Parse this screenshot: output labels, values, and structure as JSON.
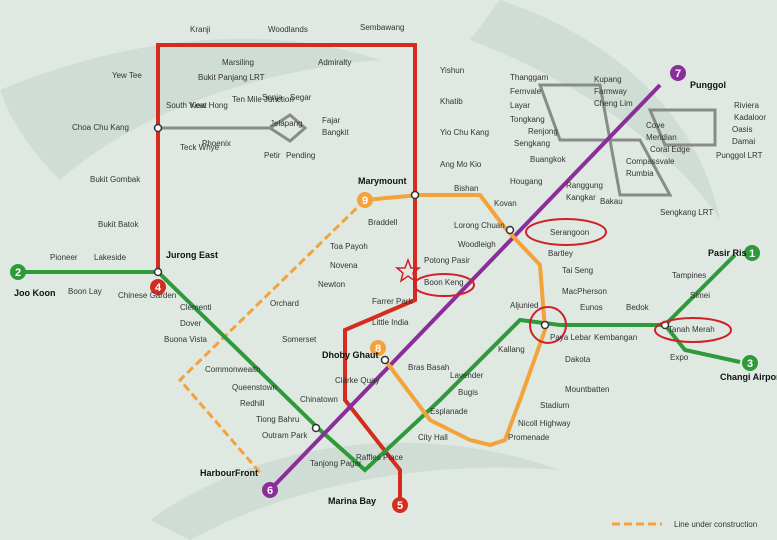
{
  "line_numbers": {
    "green_west": "2",
    "red_south": "4",
    "purple_end": "6",
    "circle_north": "9",
    "circle_center": "8",
    "red_marina": "5",
    "purple_north": "7",
    "green_east": "1",
    "green_changi": "3"
  },
  "stations": {
    "kranji": "Kranji",
    "marsiling": "Marsiling",
    "woodlands": "Woodlands",
    "admiralty": "Admiralty",
    "sembawang": "Sembawang",
    "yew_tee": "Yew Tee",
    "yishun": "Yishun",
    "khatib": "Khatib",
    "yio_chu_kang": "Yio Chu Kang",
    "ang_mo_kio": "Ang Mo Kio",
    "choa_chu_kang": "Choa Chu Kang",
    "bukit_panjang": "Bukit Panjang LRT",
    "south_view": "South View",
    "keat_hong": "Keat Hong",
    "teck_whye": "Teck Whye",
    "phoenix": "Phoenix",
    "ten_mile": "Ten Mile Junction",
    "bangkit": "Bangkit",
    "fajar": "Fajar",
    "segar": "Segar",
    "jelapang": "Jelapang",
    "senja": "Senja",
    "petir": "Petir",
    "pending": "Pending",
    "bukit_gombak": "Bukit Gombak",
    "bukit_batok": "Bukit Batok",
    "marymount": "Marymount",
    "bishan": "Bishan",
    "braddell": "Braddell",
    "toa_payoh": "Toa Payoh",
    "novena": "Novena",
    "newton": "Newton",
    "orchard": "Orchard",
    "somerset": "Somerset",
    "dhoby_ghaut": "Dhoby Ghaut",
    "lorong_chuan": "Lorong Chuan",
    "woodleigh": "Woodleigh",
    "potong_pasir": "Potong Pasir",
    "boon_keng": "Boon Keng",
    "farrer_park": "Farrer Park",
    "little_india": "Little India",
    "clarke_quay": "Clarke Quay",
    "chinatown": "Chinatown",
    "outram_park": "Outram Park",
    "harbourfront": "HarbourFront",
    "pioneer": "Pioneer",
    "lakeside": "Lakeside",
    "joo_koon": "Joo Koon",
    "boon_lay": "Boon Lay",
    "chinese_garden": "Chinese Garden",
    "jurong_east": "Jurong East",
    "clementi": "Clementi",
    "dover": "Dover",
    "buona_vista": "Buona Vista",
    "commonwealth": "Commonwealth",
    "queenstown": "Queenstown",
    "redhill": "Redhill",
    "tiong_bahru": "Tiong Bahru",
    "tanjong_pagar": "Tanjong Pagar",
    "raffles_place": "Raffles Place",
    "city_hall": "City Hall",
    "bras_basah": "Bras Basah",
    "esplanade": "Esplanade",
    "promenade": "Promenade",
    "marina_bay": "Marina Bay",
    "lavender": "Lavender",
    "bugis": "Bugis",
    "kallang": "Kallang",
    "aljunied": "Aljunied",
    "paya_lebar": "Paya Lebar",
    "eunos": "Eunos",
    "kembangan": "Kembangan",
    "bedok": "Bedok",
    "tanah_merah": "Tanah Merah",
    "simei": "Simei",
    "tampines": "Tampines",
    "pasir_ris": "Pasir Ris",
    "changi_airport": "Changi Airport",
    "expo": "Expo",
    "dakota": "Dakota",
    "mountbatten": "Mountbatten",
    "stadium": "Stadium",
    "nicoll_highway": "Nicoll Highway",
    "macpherson": "MacPherson",
    "tai_seng": "Tai Seng",
    "bartley": "Bartley",
    "serangoon": "Serangoon",
    "kovan": "Kovan",
    "hougang": "Hougang",
    "buangkok": "Buangkok",
    "sengkang": "Sengkang",
    "punggol": "Punggol",
    "thanggam": "Thanggam",
    "fernvale": "Fernvale",
    "layar": "Layar",
    "tongkang": "Tongkang",
    "renjong": "Renjong",
    "kupang": "Kupang",
    "farmway": "Farmway",
    "cheng_lim": "Cheng Lim",
    "compassvale": "Compassvale",
    "rumbia": "Rumbia",
    "bakau": "Bakau",
    "kangkar": "Kangkar",
    "ranggung": "Ranggung",
    "cove": "Cove",
    "meridian": "Meridian",
    "coral_edge": "Coral Edge",
    "riviera": "Riviera",
    "kadaloor": "Kadaloor",
    "oasis": "Oasis",
    "damai": "Damai",
    "sengkang_lrt": "Sengkang LRT",
    "punggol_lrt": "Punggol LRT"
  },
  "legend": {
    "under_construction": "Line under construction"
  },
  "colors": {
    "ns": "#d52c20",
    "ew": "#2e9a3c",
    "ne": "#8b2d9a",
    "cc": "#f3a33a"
  }
}
